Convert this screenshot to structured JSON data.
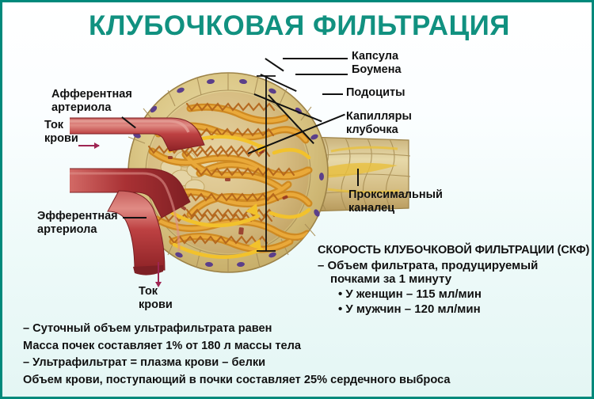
{
  "poster": {
    "title": "КЛУБОЧКОВАЯ ФИЛЬТРАЦИЯ",
    "border_color": "#00897b",
    "title_color": "#119180",
    "background_top": "#ffffff",
    "background_bottom": "#e4f6f4"
  },
  "figure": {
    "caption": "glomerulus-diagram",
    "arteriole_color": "#b7393c",
    "capsule_color": "#d9c68a",
    "capillary_color": "#d9952a",
    "nucleus_color": "#5b3f8a"
  },
  "callouts": {
    "afferent_arteriole": "Афферентная\nартериола",
    "blood_flow_in": "Ток\nкрови",
    "efferent_arteriole": "Эфферентная\nартериола",
    "blood_flow_out": "Ток\nкрови",
    "bowman_capsule": "Капсула\nБоумена",
    "podocytes": "Подоциты",
    "glomerular_capillaries": "Капилляры\nклубочка",
    "proximal_tubule": "Проксимальный\nканалец"
  },
  "gfr": {
    "heading": "СКОРОСТЬ КЛУБОЧКОВОЙ ФИЛЬТРАЦИИ (СКФ)",
    "line1": "– Объем фильтрата, продуцируемый",
    "line2": "почками за 1 минуту",
    "bullet_women": "• У женщин – 115 мл/мин",
    "bullet_men": "• У мужчин – 120 мл/мин"
  },
  "facts": {
    "f1": "– Суточный объем ультрафильтрата равен",
    "f2": "Масса почек составляет 1% от 180 л массы тела",
    "f3": "– Ультрафильтрат = плазма крови – белки",
    "f4": "Объем крови, поступающий в почки составляет 25% сердечного выброса"
  }
}
